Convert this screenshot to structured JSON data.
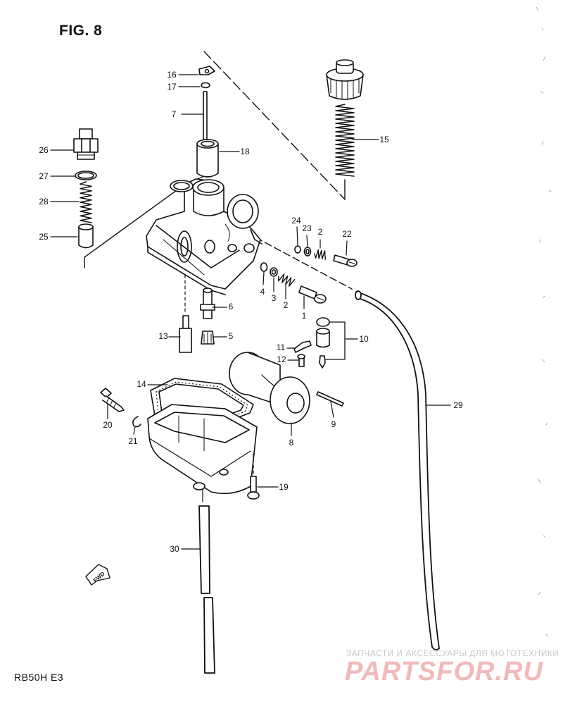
{
  "figure": {
    "title": "FIG. 8",
    "model": "RB50H E3"
  },
  "watermark": {
    "caption": "ЗАПЧАСТИ И АКСЕССУАРЫ ДЛЯ МОТОТЕХНИКИ",
    "brand": "PARTSFOR.RU",
    "color": "#f2b9b9"
  },
  "direction": {
    "label": "FWD"
  },
  "callouts": [
    {
      "id": "1",
      "label": "1"
    },
    {
      "id": "2a",
      "label": "2"
    },
    {
      "id": "2b",
      "label": "2"
    },
    {
      "id": "3",
      "label": "3"
    },
    {
      "id": "4",
      "label": "4"
    },
    {
      "id": "5",
      "label": "5"
    },
    {
      "id": "6",
      "label": "6"
    },
    {
      "id": "7",
      "label": "7"
    },
    {
      "id": "8",
      "label": "8"
    },
    {
      "id": "9",
      "label": "9"
    },
    {
      "id": "10",
      "label": "10"
    },
    {
      "id": "11",
      "label": "11"
    },
    {
      "id": "12",
      "label": "12"
    },
    {
      "id": "13",
      "label": "13"
    },
    {
      "id": "14",
      "label": "14"
    },
    {
      "id": "15",
      "label": "15"
    },
    {
      "id": "16",
      "label": "16"
    },
    {
      "id": "17",
      "label": "17"
    },
    {
      "id": "18",
      "label": "18"
    },
    {
      "id": "19",
      "label": "19"
    },
    {
      "id": "20",
      "label": "20"
    },
    {
      "id": "21",
      "label": "21"
    },
    {
      "id": "22",
      "label": "22"
    },
    {
      "id": "23",
      "label": "23"
    },
    {
      "id": "24",
      "label": "24"
    },
    {
      "id": "25",
      "label": "25"
    },
    {
      "id": "26",
      "label": "26"
    },
    {
      "id": "27",
      "label": "27"
    },
    {
      "id": "28",
      "label": "28"
    },
    {
      "id": "29",
      "label": "29"
    },
    {
      "id": "30",
      "label": "30"
    }
  ]
}
